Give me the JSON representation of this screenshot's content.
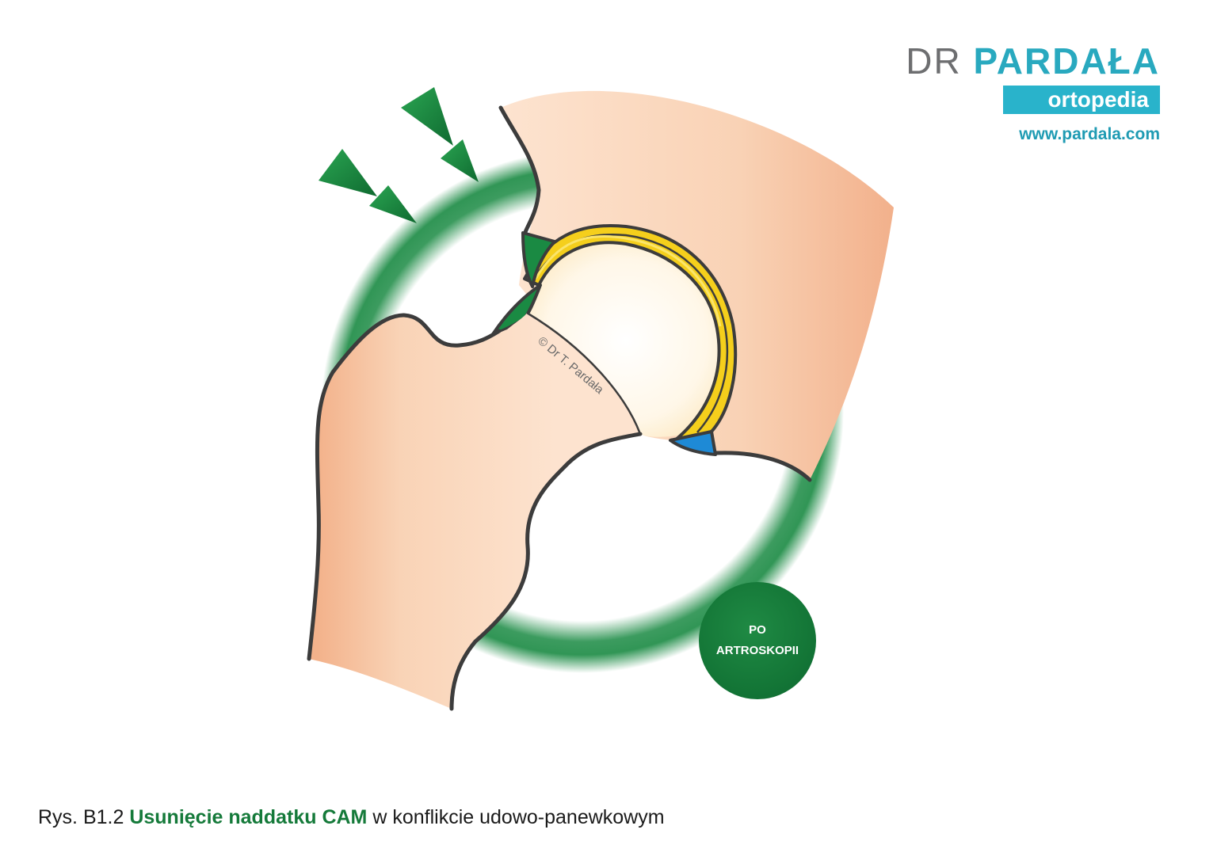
{
  "brand": {
    "prefix": "DR",
    "name": "PARDAŁA",
    "tagline": "ortopedia",
    "url": "www.pardala.com"
  },
  "watermark": "© Dr T. Pardała",
  "badge": {
    "line1": "PO",
    "line2": "ARTROSKOPII"
  },
  "caption": {
    "prefix": "Rys. B1.2",
    "highlight": "Usunięcie naddatku CAM",
    "suffix": "w konflikcie udowo-panewkowym"
  },
  "colors": {
    "bone": "#f7c9a6",
    "green": "#137536",
    "cartilage": "#f5cf1c",
    "labrum_blue": "#1e8ad6",
    "brand": "#29a9bf"
  }
}
